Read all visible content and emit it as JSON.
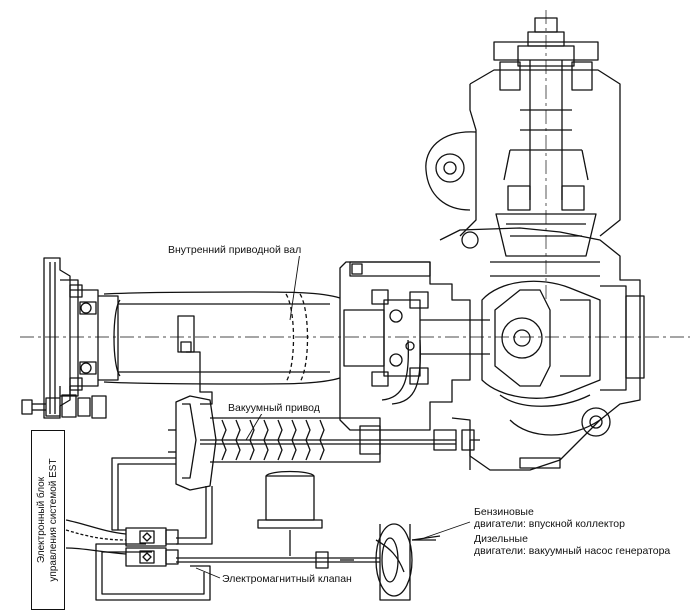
{
  "labels": {
    "inner_shaft": "Внутренний приводной вал",
    "vacuum_drive": "Вакуумный привод",
    "ecu_line1": "Электронный блок",
    "ecu_line2": "управления системой EST",
    "solenoid_valve": "Электромагнитный клапан",
    "petrol_line1": "Бензиновые",
    "petrol_line2": "двигатели: впускной коллектор",
    "diesel_line1": "Дизельные",
    "diesel_line2": "двигатели: вакуумный насос генератора"
  },
  "colors": {
    "line": "#111111",
    "background": "#ffffff"
  }
}
